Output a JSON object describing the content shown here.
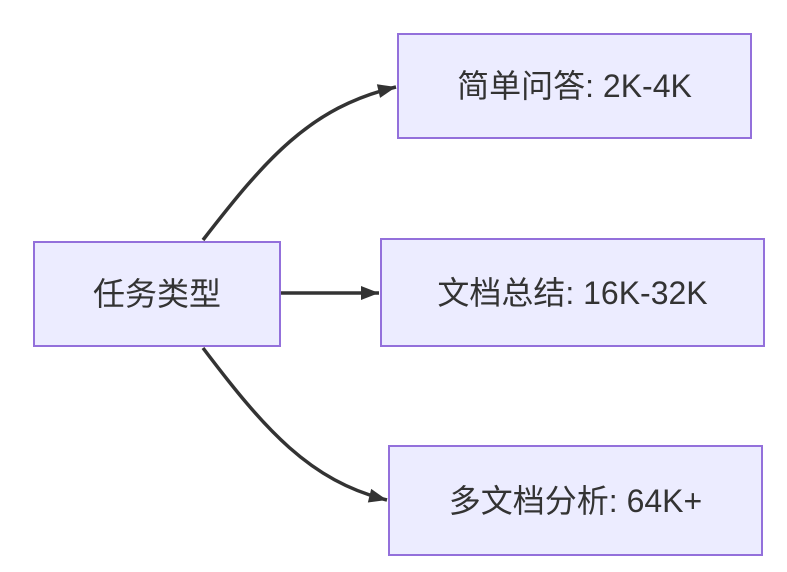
{
  "theme": {
    "colors": {
      "canvas-bg": "#ffffff",
      "node-fill": "#ECECFF",
      "node-border": "#9370DB",
      "edge-color": "#333333",
      "text-color": "#333333"
    }
  },
  "diagram": {
    "type": "flowchart-left-to-right",
    "root": {
      "label": "任务类型"
    },
    "branches": [
      {
        "label": "简单问答: 2K-4K"
      },
      {
        "label": "文档总结: 16K-32K"
      },
      {
        "label": "多文档分析: 64K+"
      }
    ],
    "edges": [
      {
        "from": "任务类型",
        "to": "简单问答: 2K-4K"
      },
      {
        "from": "任务类型",
        "to": "文档总结: 16K-32K"
      },
      {
        "from": "任务类型",
        "to": "多文档分析: 64K+"
      }
    ]
  }
}
